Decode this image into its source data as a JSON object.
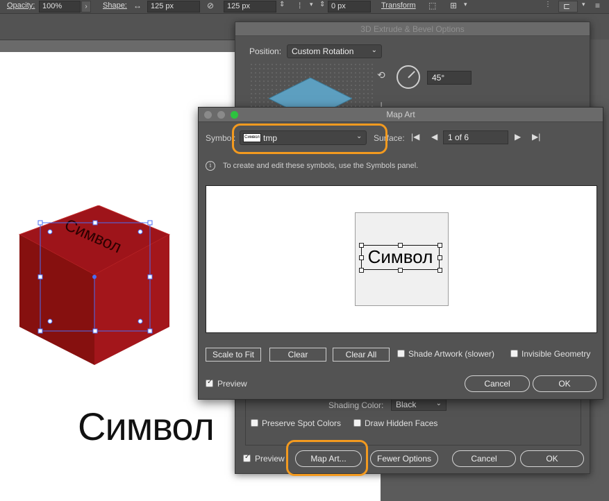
{
  "control_bar": {
    "opacity_label": "Opacity:",
    "opacity_value": "100%",
    "shape_label": "Shape:",
    "width_value": "125 px",
    "height_value": "125 px",
    "corner_value": "0 px",
    "transform_label": "Transform"
  },
  "canvas": {
    "cube_face_text": "Символ",
    "big_text": "Символ"
  },
  "extrude_dialog": {
    "title": "3D Extrude & Bevel Options",
    "position_label": "Position:",
    "position_value": "Custom Rotation",
    "angle_value": "45°",
    "shading_color_label": "Shading Color:",
    "shading_color_value": "Black",
    "preserve_spot_colors": "Preserve Spot Colors",
    "draw_hidden_faces": "Draw Hidden Faces",
    "preview_label": "Preview",
    "preview_checked": true,
    "map_art_button": "Map Art...",
    "fewer_options_button": "Fewer Options",
    "cancel_button": "Cancel",
    "ok_button": "OK"
  },
  "map_art_dialog": {
    "title": "Map Art",
    "symbol_label": "Symbol:",
    "symbol_value": "tmp",
    "symbol_thumb_text": "Символ",
    "surface_label": "Surface:",
    "surface_value": "1 of 6",
    "info_text": "To create and edit these symbols, use the Symbols panel.",
    "preview_symbol_text": "Символ",
    "scale_to_fit_button": "Scale to Fit",
    "clear_button": "Clear",
    "clear_all_button": "Clear All",
    "shade_artwork_label": "Shade Artwork (slower)",
    "invisible_geometry_label": "Invisible Geometry",
    "preview_label": "Preview",
    "preview_checked": true,
    "cancel_button": "Cancel",
    "ok_button": "OK"
  },
  "colors": {
    "highlight": "#f39a1f",
    "cube_red": "#9b1217",
    "selection_blue": "#4a6cf5"
  }
}
